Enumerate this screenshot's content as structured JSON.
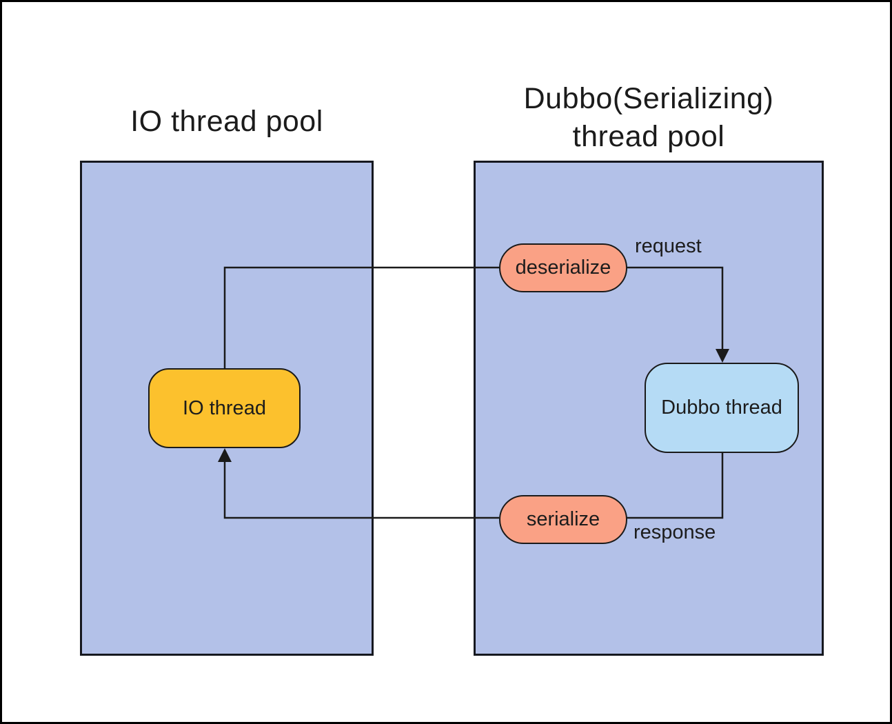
{
  "diagram": {
    "io_pool": {
      "title": "IO thread pool",
      "io_thread_label": "IO thread"
    },
    "dubbo_pool": {
      "title": "Dubbo(Serializing)\nthread pool",
      "deserialize_label": "deserialize",
      "dubbo_thread_label": "Dubbo thread",
      "serialize_label": "serialize"
    },
    "edge_labels": {
      "request": "request",
      "response": "response"
    },
    "colors": {
      "pool_fill": "#b3c1e8",
      "io_thread_fill": "#fcc12d",
      "dubbo_thread_fill": "#b5dbf5",
      "serializer_fill": "#faa185",
      "line": "#1a1a1a",
      "frame": "#000000"
    }
  }
}
